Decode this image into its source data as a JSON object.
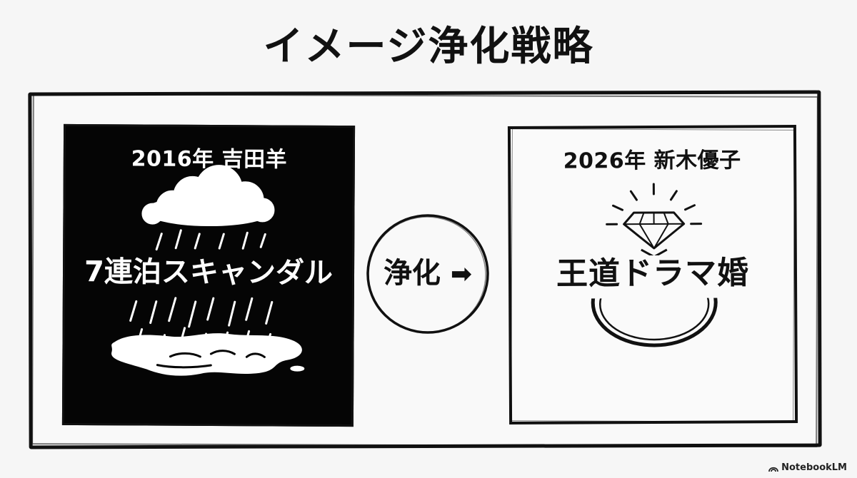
{
  "title": "イメージ浄化戦略",
  "left_panel": {
    "label": "2016年 吉田羊",
    "main_text": "7連泊スキャンダル",
    "icon": "rain-cloud-puddle-icon",
    "background": "#050505",
    "text_color": "#ffffff"
  },
  "middle": {
    "label": "浄化",
    "arrow": "➡",
    "icon": "circle-outline"
  },
  "right_panel": {
    "label": "2026年 新木優子",
    "main_text": "王道ドラマ婚",
    "icon": "diamond-ring-icon",
    "background": "#fafafa",
    "text_color": "#111111"
  },
  "watermark": {
    "text": "NotebookLM",
    "icon": "notebooklm-logo-icon"
  }
}
